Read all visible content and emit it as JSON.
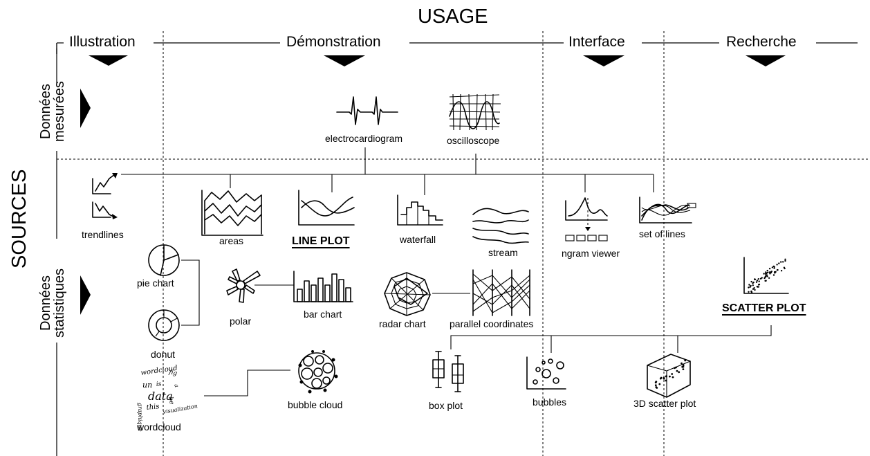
{
  "usage_title": "USAGE",
  "sources_title": "SOURCES",
  "columns": {
    "illustration": "Illustration",
    "demonstration": "Démonstration",
    "interface": "Interface",
    "recherche": "Recherche"
  },
  "rows": {
    "measured_line1": "Données",
    "measured_line2": "mesurées",
    "statistical_line1": "Données",
    "statistical_line2": "statistiques"
  },
  "items": {
    "electrocardiogram": "electrocardiogram",
    "oscilloscope": "oscilloscope",
    "trendlines": "trendlines",
    "areas": "areas",
    "line_plot": "LINE PLOT",
    "waterfall": "waterfall",
    "stream": "stream",
    "ngram_viewer": "ngram viewer",
    "set_of_lines": "set of lines",
    "pie_chart": "pie chart",
    "donut": "donut",
    "polar": "polar",
    "bar_chart": "bar chart",
    "radar_chart": "radar chart",
    "parallel_coordinates": "parallel coordinates",
    "scatter_plot": "SCATTER PLOT",
    "wordcloud": "wordcloud",
    "bubble_cloud": "bubble cloud",
    "box_plot": "box plot",
    "bubbles": "bubbles",
    "scatter_3d": "3D scatter plot"
  },
  "wordcloud_words": [
    "wordcloud",
    "fig",
    "un",
    "is",
    "data",
    "this",
    "be",
    "visualization",
    "a",
    "graphique"
  ]
}
